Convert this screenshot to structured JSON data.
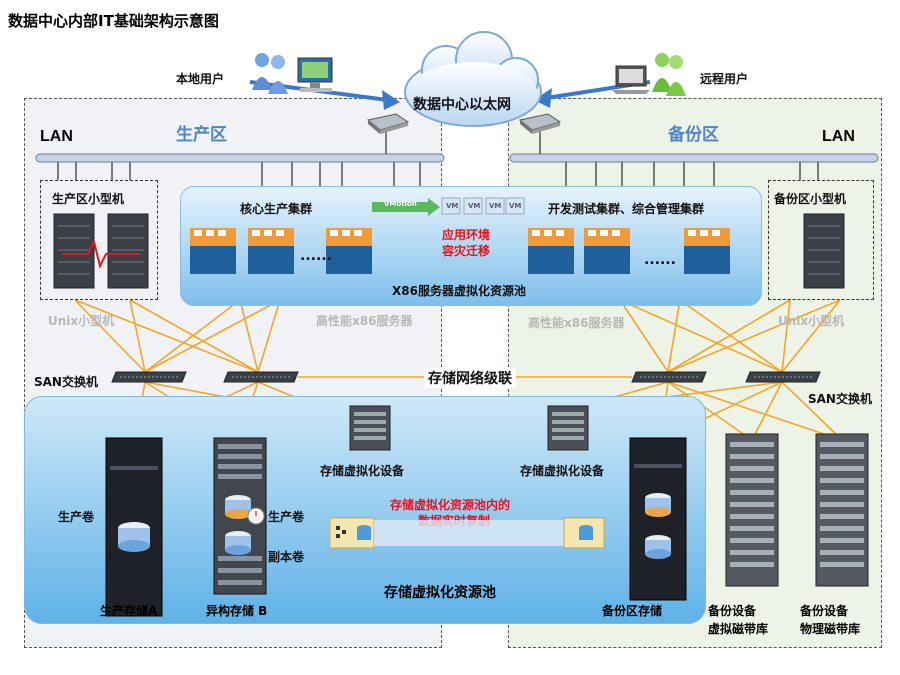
{
  "title": "数据中心内部IT基础架构示意图",
  "labels": {
    "local_user": "本地用户",
    "remote_user": "远程用户",
    "cloud": "数据中心以太网",
    "prod_zone": "生产区",
    "backup_zone": "备份区",
    "lan": "LAN",
    "prod_minicomputer": "生产区小型机",
    "backup_minicomputer": "备份区小型机",
    "core_cluster": "核心生产集群",
    "dev_cluster": "开发测试集群、综合管理集群",
    "app_migration_line1": "应用环境",
    "app_migration_line2": "容灾迁移",
    "x86_pool": "X86服务器虚拟化资源池",
    "unix_minicomputer": "Unix小型机",
    "x86_servers": "高性能x86服务器",
    "san_switch": "SAN交换机",
    "storage_cascade": "存储网络级联",
    "storage_virt_device": "存储虚拟化设备",
    "realtime_line1": "存储虚拟化资源池内的",
    "realtime_line2": "数据实时复制",
    "prod_volume": "生产卷",
    "copy_volume": "副本卷",
    "storage_pool": "存储虚拟化资源池",
    "prod_storage_a": "生产存储A",
    "hetero_storage_b": "异构存储 B",
    "backup_storage": "备份区存储",
    "vtl_line1": "备份设备",
    "vtl_line2": "虚拟磁带库",
    "ptl_line1": "备份设备",
    "ptl_line2": "物理磁带库",
    "vmotion": "VMotion",
    "vm": "VM",
    "ellipsis": "......"
  },
  "colors": {
    "zone_title": "#4f84c8",
    "fc_links": "#f5a623",
    "highlight_red": "#e8141c",
    "arrow_blue": "#3a78d0"
  }
}
